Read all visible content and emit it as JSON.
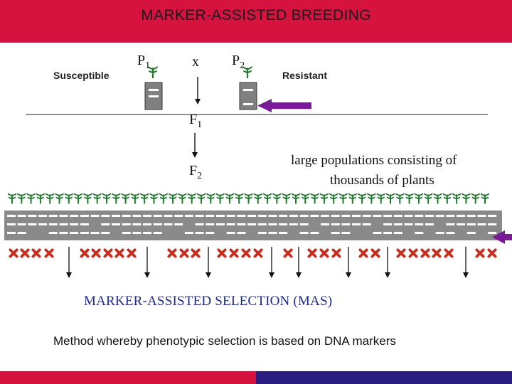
{
  "header": {
    "title": "MARKER-ASSISTED BREEDING"
  },
  "parents": {
    "p1_letter": "P",
    "p1_sub": "1",
    "cross": "x",
    "p2_letter": "P",
    "p2_sub": "2",
    "susceptible": "Susceptible",
    "resistant": "Resistant"
  },
  "generations": {
    "f1_letter": "F",
    "f1_sub": "1",
    "f2_letter": "F",
    "f2_sub": "2"
  },
  "population_note": {
    "line1": "large populations consisting of",
    "line2": "thousands of plants"
  },
  "mas_title": "MARKER-ASSISTED SELECTION (MAS)",
  "footer_note": "Method whereby phenotypic selection is based on DNA markers",
  "colors": {
    "header": "#d6123e",
    "footer_left": "#d6123e",
    "footer_right": "#2b1d7f",
    "plant": "#1f7a2e",
    "reject_mark": "#cc2a1a",
    "marker_arrow": "#7a1a9a",
    "mas_text": "#1f2a8f"
  },
  "icons": {
    "plant": "plant-icon",
    "reject": "x-mark-icon",
    "selected": "down-arrow-icon",
    "marker_pointer": "purple-arrow-icon",
    "gel_lane": "gel-lane-icon"
  }
}
